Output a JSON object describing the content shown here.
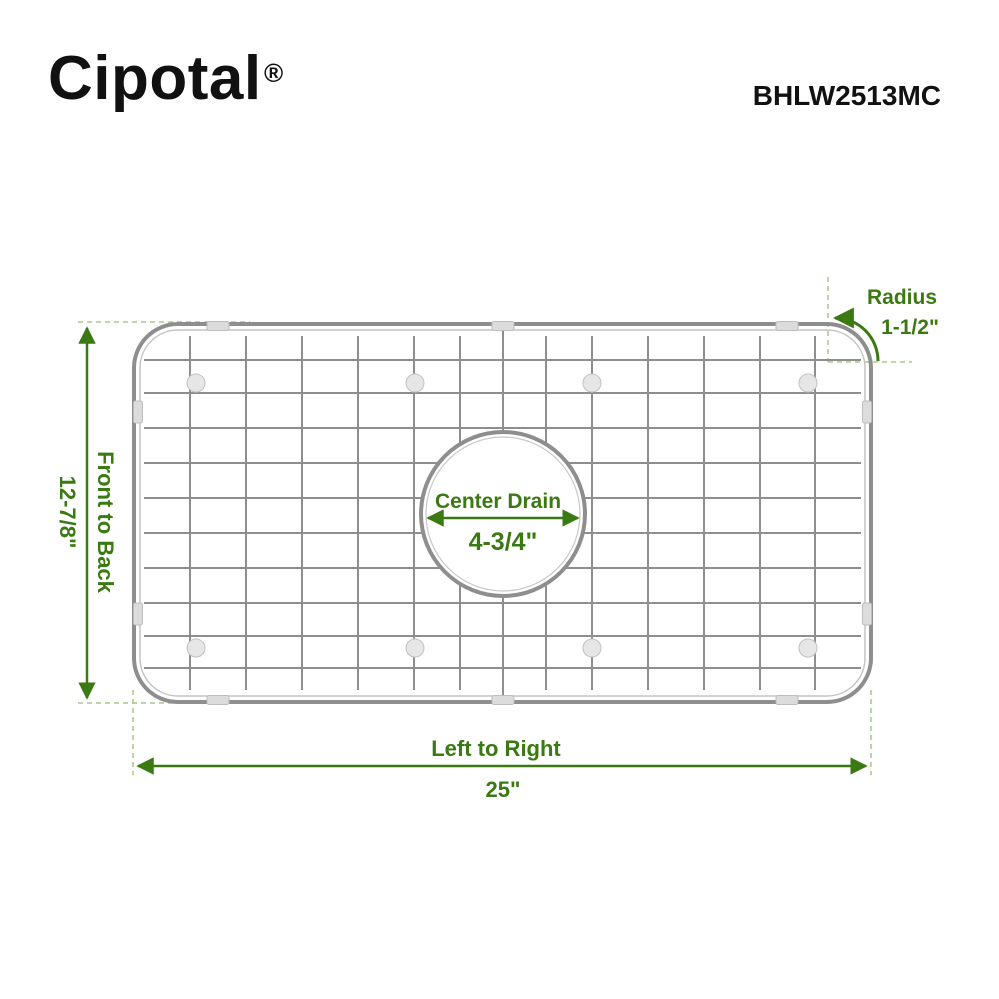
{
  "brand": {
    "name": "Cipotal",
    "registered_mark": "®"
  },
  "model": "BHLW2513MC",
  "dimensions": {
    "width_label": "Left to Right",
    "width_value": "25\"",
    "depth_label": "Front to Back",
    "depth_value": "12-7/8\"",
    "radius_label": "Radius",
    "radius_value": "1-1/2\"",
    "drain_label": "Center Drain",
    "drain_value": "4-3/4\""
  },
  "colors": {
    "dimension": "#3b7a12",
    "guide": "#a8c98a",
    "wire": "#8e8e8e",
    "bumper": "#dcdcdc"
  }
}
